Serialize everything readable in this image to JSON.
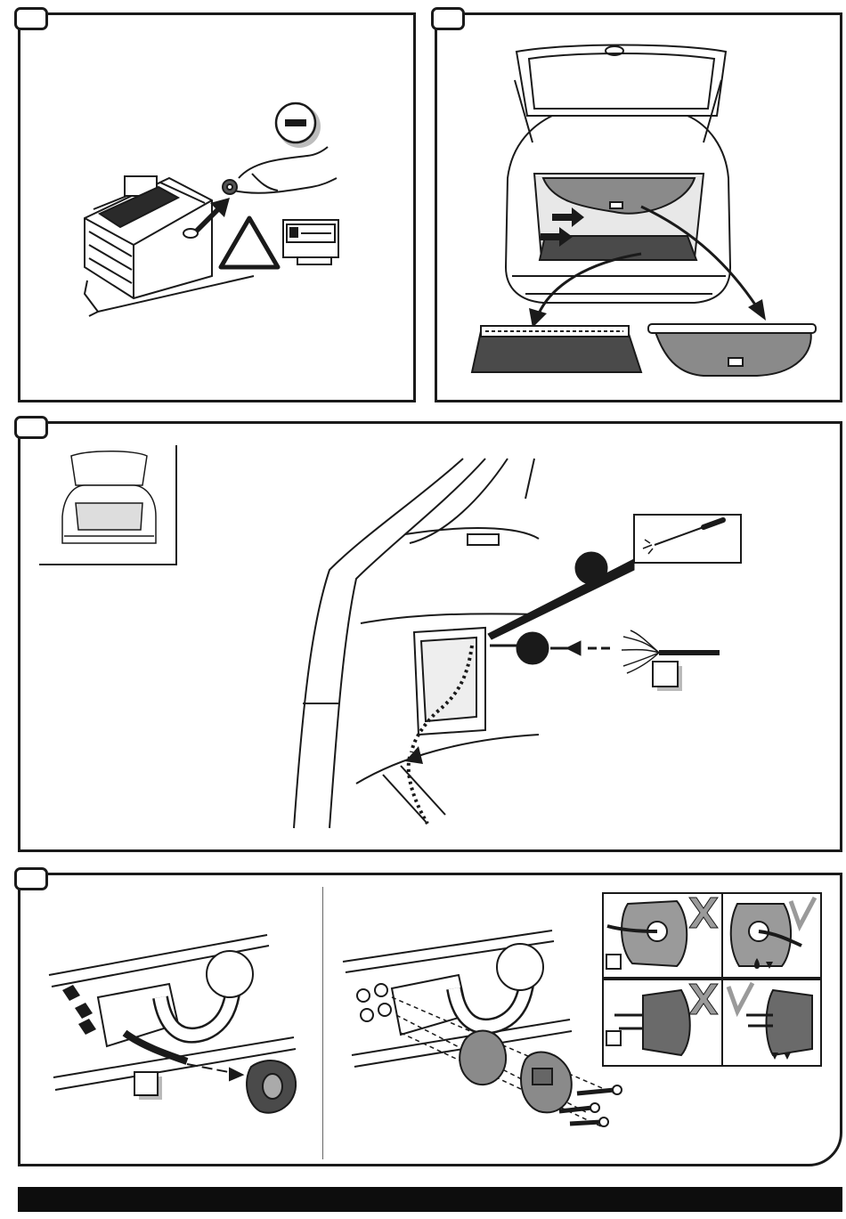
{
  "panel_4": {
    "detail_top": {
      "left_mark": "wrong",
      "right_mark": "correct"
    },
    "detail_bottom": {
      "left_mark": "wrong",
      "right_mark": "correct"
    }
  },
  "icons": {
    "minus": "minus-circle-icon",
    "warning": "warning-triangle-icon",
    "screwdriver": "screwdriver-icon"
  },
  "colors": {
    "ink": "#1a1a1a",
    "grey_part": "#8a8a8a",
    "dark_part": "#4a4a4a",
    "footer": "#0d0d0d"
  }
}
